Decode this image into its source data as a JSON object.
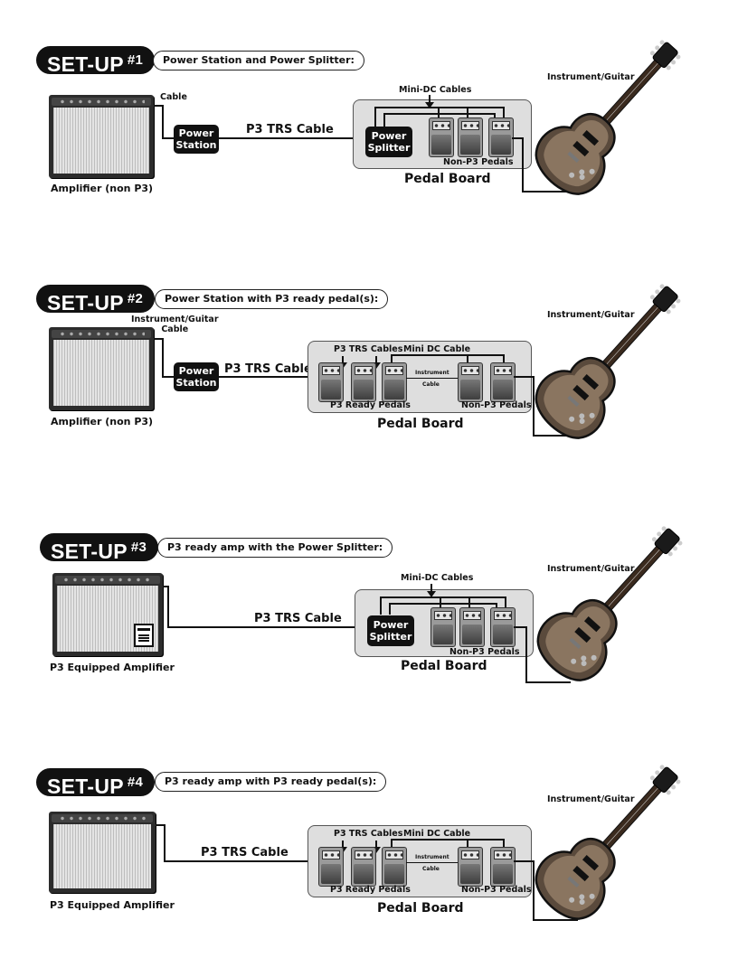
{
  "setups": [
    {
      "title": "SET-UP",
      "number": "#1",
      "description": "Power Station and Power Splitter:",
      "amp_label": "Amplifier (non P3)",
      "amp_cable_label": "Cable",
      "box_label": "Power\nStation",
      "trs_label": "P3 TRS Cable",
      "splitter_label": "Power\nSplitter",
      "minidc_label": "Mini-DC Cables",
      "nonp3_label": "Non-P3 Pedals",
      "board_label": "Pedal Board",
      "guitar_label": "Instrument/Guitar"
    },
    {
      "title": "SET-UP",
      "number": "#2",
      "description": "Power Station with P3 ready pedal(s):",
      "amp_label": "Amplifier (non P3)",
      "amp_cable_label": "Instrument/Guitar\nCable",
      "box_label": "Power\nStation",
      "trs_label": "P3 TRS Cable",
      "p3trs_label": "P3 TRS Cables",
      "minidc_label": "Mini DC Cable",
      "instrument_label": "Instrument",
      "cable_label": "Cable",
      "p3ready_label": "P3 Ready Pedals",
      "nonp3_label": "Non-P3 Pedals",
      "board_label": "Pedal Board",
      "guitar_label": "Instrument/Guitar"
    },
    {
      "title": "SET-UP",
      "number": "#3",
      "description": "P3 ready amp with the Power Splitter:",
      "amp_label": "P3 Equipped Amplifier",
      "trs_label": "P3 TRS Cable",
      "splitter_label": "Power\nSplitter",
      "minidc_label": "Mini-DC Cables",
      "nonp3_label": "Non-P3 Pedals",
      "board_label": "Pedal Board",
      "guitar_label": "Instrument/Guitar"
    },
    {
      "title": "SET-UP",
      "number": "#4",
      "description": "P3 ready amp with P3 ready pedal(s):",
      "amp_label": "P3 Equipped Amplifier",
      "trs_label": "P3 TRS Cable",
      "p3trs_label": "P3 TRS Cables",
      "minidc_label": "Mini DC Cable",
      "instrument_label": "Instrument",
      "cable_label": "Cable",
      "p3ready_label": "P3 Ready Pedals",
      "nonp3_label": "Non-P3 Pedals",
      "board_label": "Pedal Board",
      "guitar_label": "Instrument/Guitar"
    }
  ]
}
